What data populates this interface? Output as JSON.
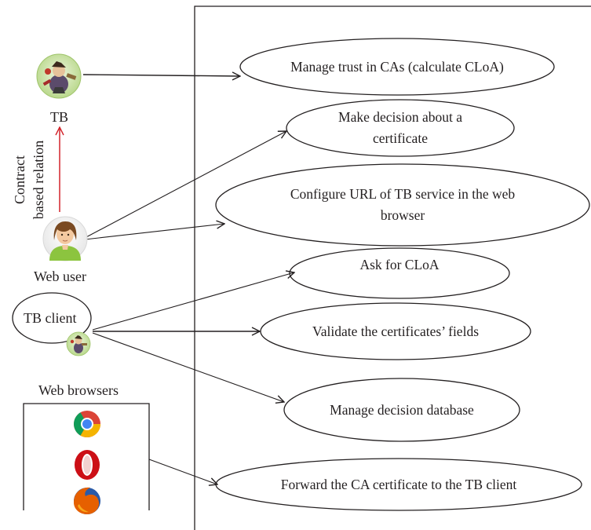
{
  "actors": {
    "tb": "TB",
    "web_user": "Web user",
    "tb_client": "TB client",
    "web_browsers": "Web browsers"
  },
  "relation": {
    "line1": "Contract",
    "line2": "based relation"
  },
  "use_cases": {
    "manage_trust": [
      "Manage trust in CAs (calculate CLoA)"
    ],
    "make_decision": [
      "Make decision about a",
      "certificate"
    ],
    "configure_url": [
      "Configure URL of TB service in the web",
      "browser"
    ],
    "ask_cloa": [
      "Ask for CLoA"
    ],
    "validate_fields": [
      "Validate the certificates’ fields"
    ],
    "manage_db": [
      "Manage decision database"
    ],
    "forward_cert": [
      "Forward the CA certificate to the TB client"
    ]
  },
  "colors": {
    "line": "#231f20",
    "relation_arrow": "#d2232a",
    "user_skin": "#f4c9a0",
    "user_hair": "#7a4a22",
    "user_shirt": "#8cc43f",
    "tb_circle": "#cfe6a8",
    "chrome_red": "#db4437",
    "chrome_green": "#0f9d58",
    "chrome_yellow": "#f4b400",
    "chrome_blue": "#4285f4",
    "opera_red": "#cc0f16",
    "firefox_orange": "#e66000",
    "firefox_blue": "#2a5aa8"
  },
  "icons": {
    "tb": "tb-mascot-icon",
    "tb_client": "tb-client-mascot-icon",
    "web_user": "user-avatar-icon",
    "chrome": "chrome-icon",
    "opera": "opera-icon",
    "firefox": "firefox-icon"
  }
}
